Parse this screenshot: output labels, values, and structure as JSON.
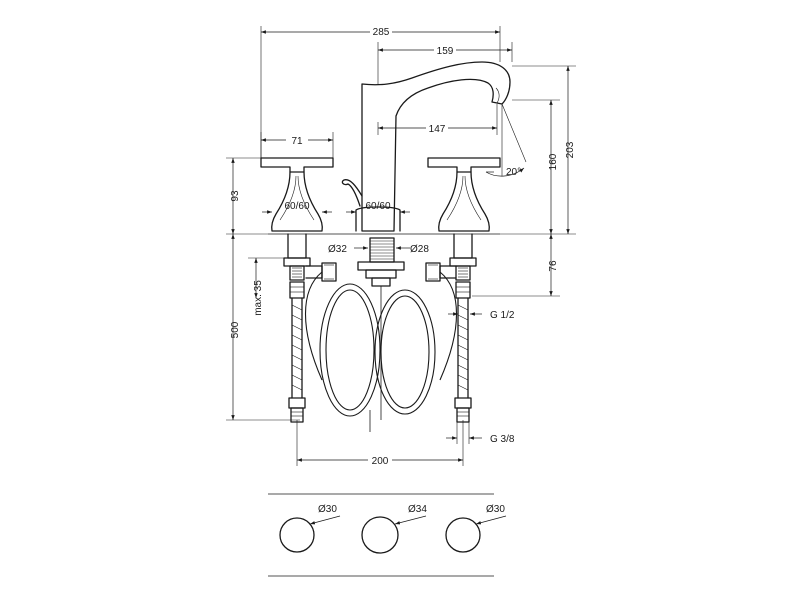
{
  "dimensions": {
    "overall_width": "285",
    "spout_reach": "159",
    "handle_width": "71",
    "spout_body": "147",
    "handle_height": "93",
    "left_base": "60/60",
    "center_base": "60/60",
    "spout_angle": "20°",
    "outlet_height": "160",
    "total_height": "203",
    "shank_height": "76",
    "hole_dia_left": "Ø32",
    "hole_dia_right": "Ø28",
    "max_35": "max. 35",
    "hose_length": "500",
    "thread_g12": "G 1/2",
    "thread_g38": "G 3/8",
    "hole_spacing": "200",
    "bottom_dia_left": "Ø30",
    "bottom_dia_center": "Ø34",
    "bottom_dia_right": "Ø30"
  }
}
